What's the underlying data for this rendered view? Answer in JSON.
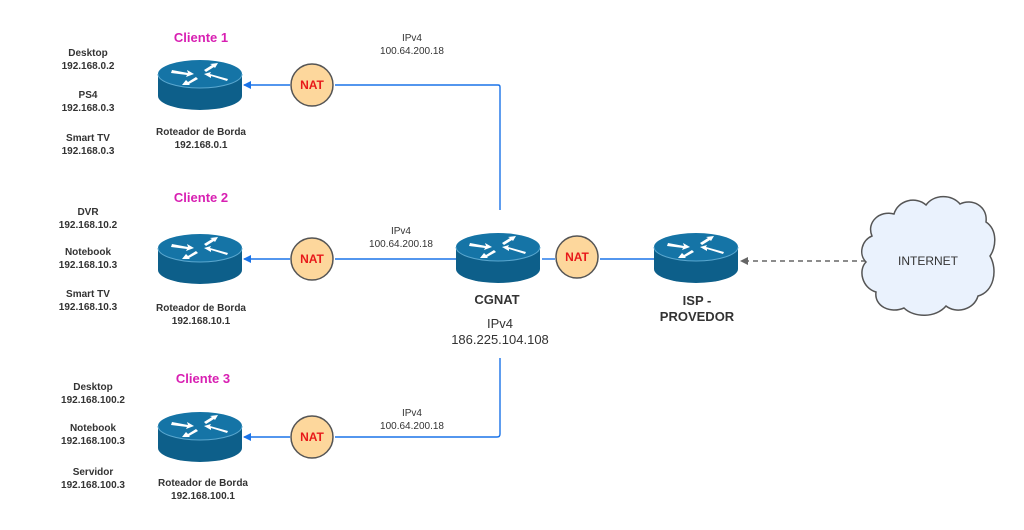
{
  "colors": {
    "link": "#1a73e8",
    "router_body": "#0d5f8a",
    "router_top": "#1574a6",
    "nat_fill": "#fdd79c",
    "nat_stroke": "#555555",
    "nat_text": "#e8191a",
    "client_title": "#d81fb2",
    "cloud_fill": "#eaf2fd"
  },
  "clients": [
    {
      "title": "Cliente 1",
      "devices": [
        {
          "name": "Desktop",
          "ip": "192.168.0.2"
        },
        {
          "name": "PS4",
          "ip": "192.168.0.3"
        },
        {
          "name": "Smart TV",
          "ip": "192.168.0.3"
        }
      ],
      "router": {
        "label": "Roteador de Borda",
        "ip": "192.168.0.1"
      },
      "nat": "NAT",
      "link": {
        "proto": "IPv4",
        "ip": "100.64.200.18"
      }
    },
    {
      "title": "Cliente 2",
      "devices": [
        {
          "name": "DVR",
          "ip": "192.168.10.2"
        },
        {
          "name": "Notebook",
          "ip": "192.168.10.3"
        },
        {
          "name": "Smart TV",
          "ip": "192.168.10.3"
        }
      ],
      "router": {
        "label": "Roteador de Borda",
        "ip": "192.168.10.1"
      },
      "nat": "NAT",
      "link": {
        "proto": "IPv4",
        "ip": "100.64.200.18"
      }
    },
    {
      "title": "Cliente 3",
      "devices": [
        {
          "name": "Desktop",
          "ip": "192.168.100.2"
        },
        {
          "name": "Notebook",
          "ip": "192.168.100.3"
        },
        {
          "name": "Servidor",
          "ip": "192.168.100.3"
        }
      ],
      "router": {
        "label": "Roteador de Borda",
        "ip": "192.168.100.1"
      },
      "nat": "NAT",
      "link": {
        "proto": "IPv4",
        "ip": "100.64.200.18"
      }
    }
  ],
  "cgnat": {
    "label": "CGNAT",
    "proto": "IPv4",
    "ip": "186.225.104.108",
    "nat": "NAT"
  },
  "isp": {
    "label_line1": "ISP -",
    "label_line2": "PROVEDOR"
  },
  "internet": {
    "label": "INTERNET"
  }
}
